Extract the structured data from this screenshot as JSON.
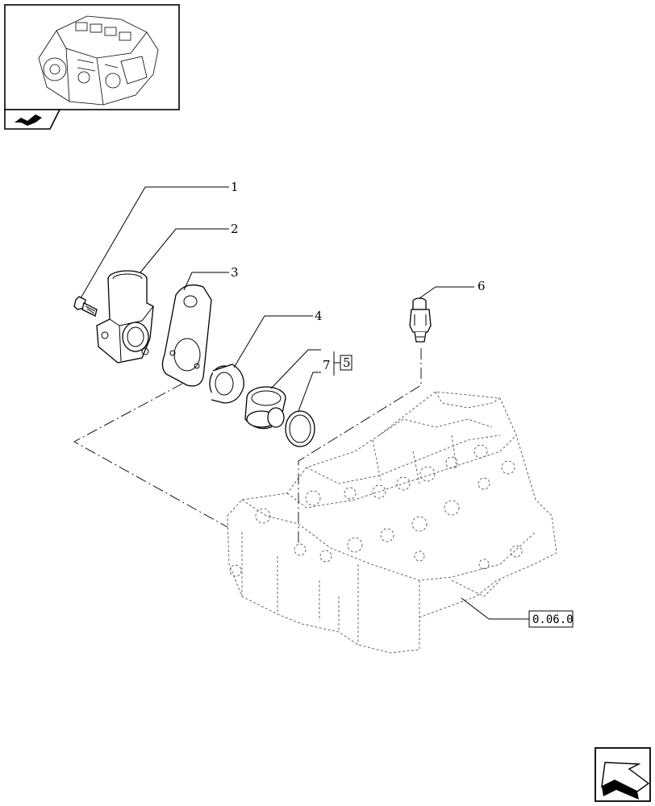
{
  "callouts": [
    {
      "id": "1",
      "label": "1"
    },
    {
      "id": "2",
      "label": "2"
    },
    {
      "id": "3",
      "label": "3"
    },
    {
      "id": "4",
      "label": "4"
    },
    {
      "id": "5",
      "label": "5"
    },
    {
      "id": "6",
      "label": "6"
    },
    {
      "id": "7",
      "label": "7"
    }
  ],
  "reference": {
    "label": "0.06.0"
  },
  "icons": {
    "thumbnail": "engine-thumbnail-icon",
    "tab": "engine-section-tab-icon",
    "nav": "next-page-arrow-icon"
  }
}
